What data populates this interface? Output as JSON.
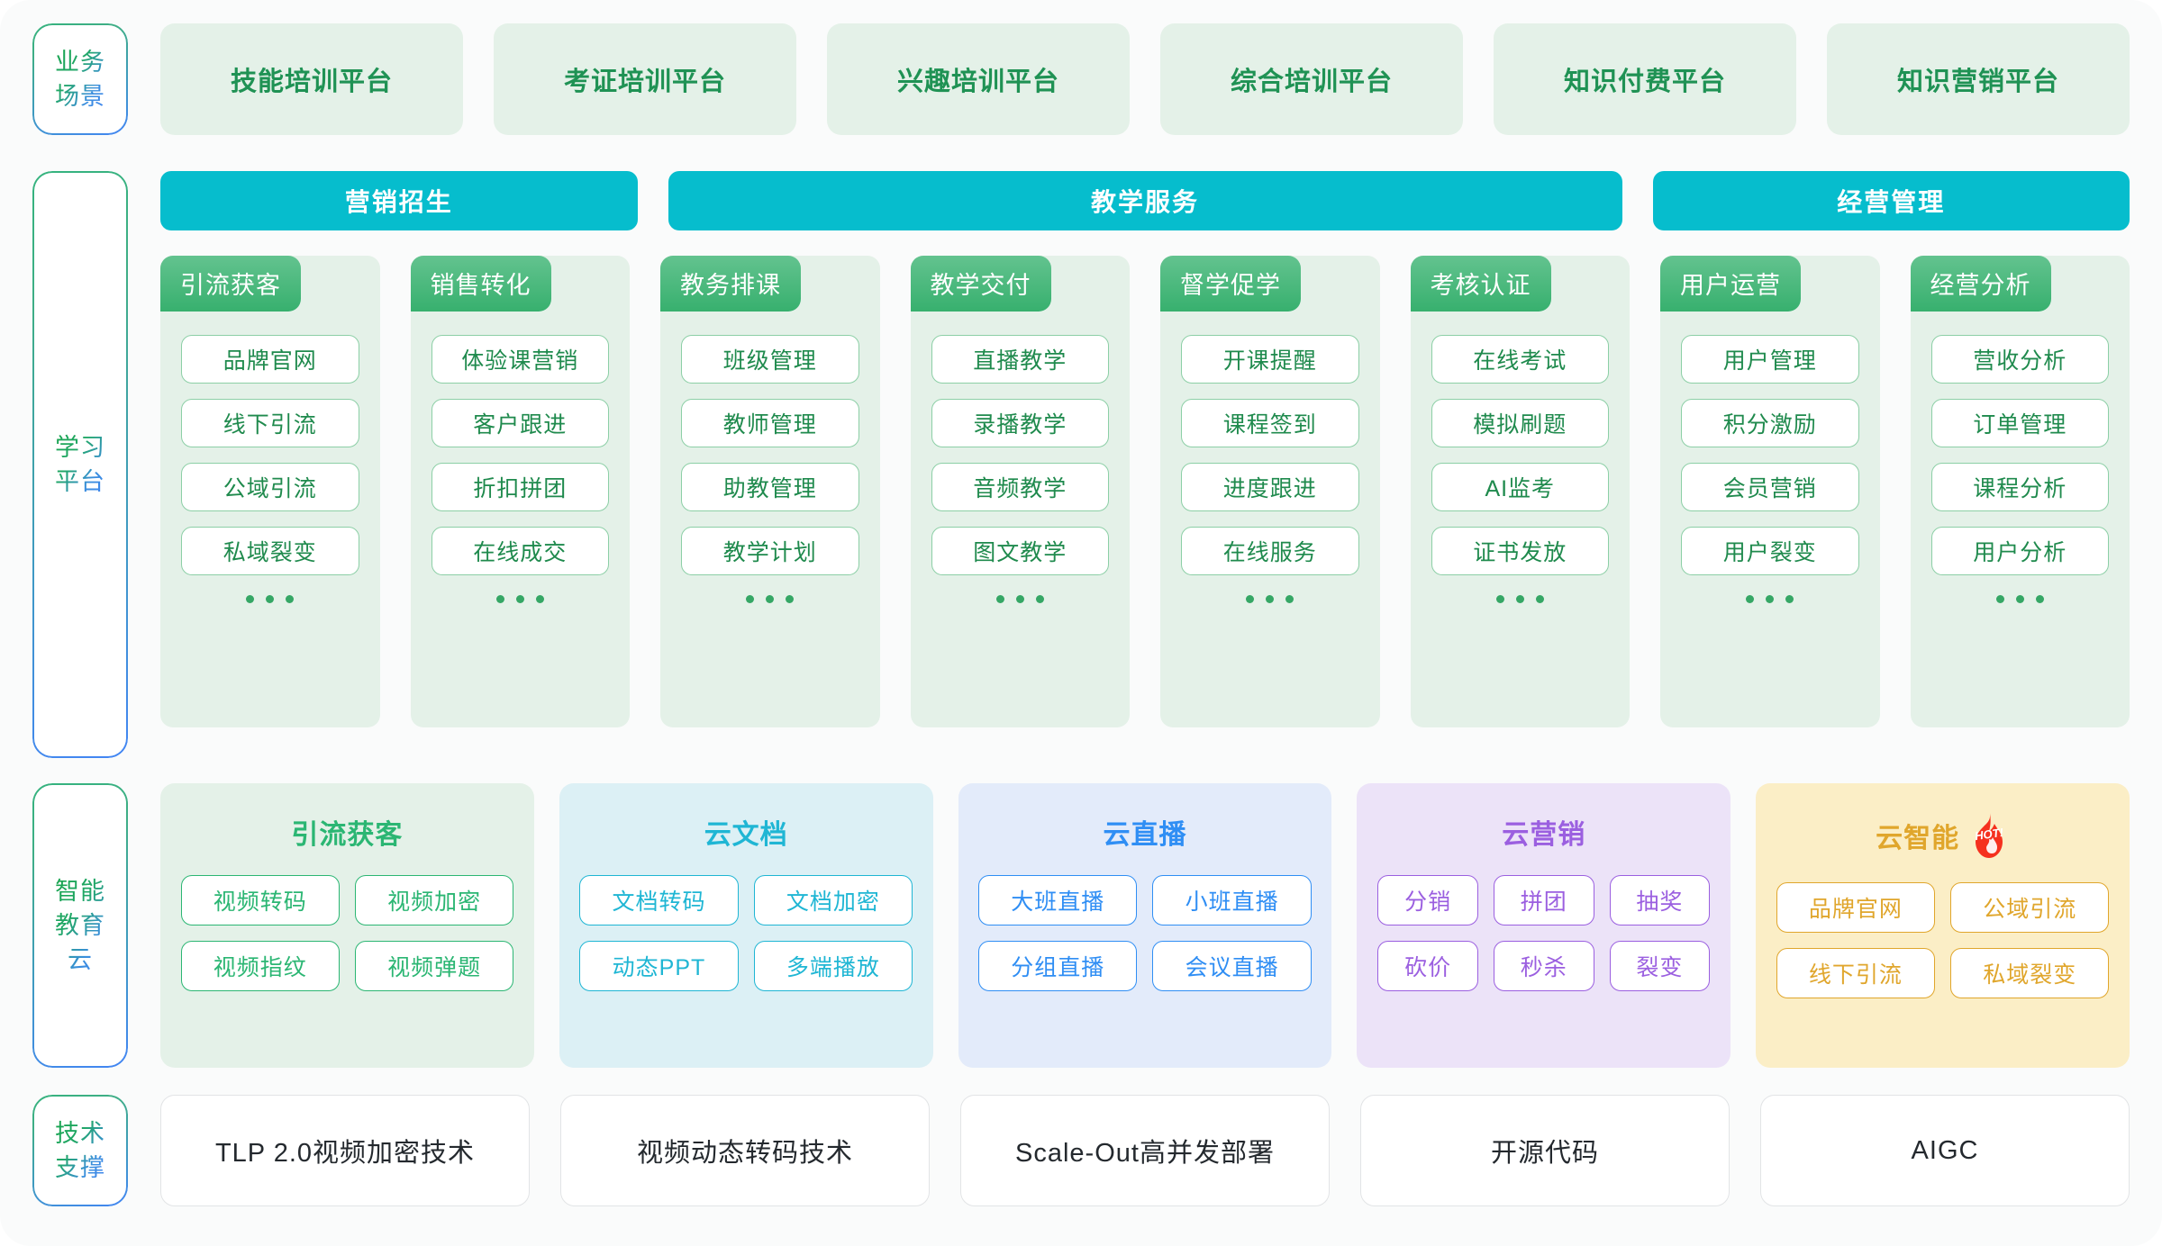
{
  "colors": {
    "page_bg": "#fafbfb",
    "teal_header": "#06bdcd",
    "green_badge": "#37b06e",
    "green_panel": "#e4f1e8",
    "green_text": "#1f8a4d",
    "gradient_start": "#35b37e",
    "gradient_end": "#4285f4"
  },
  "scenario": {
    "label": "业务\n场景",
    "items": [
      {
        "label": "技能培训平台"
      },
      {
        "label": "考证培训平台"
      },
      {
        "label": "兴趣培训平台"
      },
      {
        "label": "综合培训平台"
      },
      {
        "label": "知识付费平台"
      },
      {
        "label": "知识营销平台"
      }
    ]
  },
  "learning": {
    "label": "学习\n平台",
    "groups": [
      {
        "title": "营销招生",
        "span": 2
      },
      {
        "title": "教学服务",
        "span": 4
      },
      {
        "title": "经营管理",
        "span": 2
      }
    ],
    "ellipsis": "• • •",
    "columns": [
      {
        "title": "引流获客",
        "items": [
          "品牌官网",
          "线下引流",
          "公域引流",
          "私域裂变"
        ]
      },
      {
        "title": "销售转化",
        "items": [
          "体验课营销",
          "客户跟进",
          "折扣拼团",
          "在线成交"
        ]
      },
      {
        "title": "教务排课",
        "items": [
          "班级管理",
          "教师管理",
          "助教管理",
          "教学计划"
        ]
      },
      {
        "title": "教学交付",
        "items": [
          "直播教学",
          "录播教学",
          "音频教学",
          "图文教学"
        ]
      },
      {
        "title": "督学促学",
        "items": [
          "开课提醒",
          "课程签到",
          "进度跟进",
          "在线服务"
        ]
      },
      {
        "title": "考核认证",
        "items": [
          "在线考试",
          "模拟刷题",
          "AI监考",
          "证书发放"
        ]
      },
      {
        "title": "用户运营",
        "items": [
          "用户管理",
          "积分激励",
          "会员营销",
          "用户裂变"
        ]
      },
      {
        "title": "经营分析",
        "items": [
          "营收分析",
          "订单管理",
          "课程分析",
          "用户分析"
        ]
      }
    ]
  },
  "cloud": {
    "label": "智能\n教育\n云",
    "columns": [
      {
        "title": "引流获客",
        "accent": "#2bb673",
        "panel_bg": "#e4f1e8",
        "cols": 2,
        "hot": false,
        "tags": [
          "视频转码",
          "视频加密",
          "视频指纹",
          "视频弹题"
        ]
      },
      {
        "title": "云文档",
        "accent": "#1fb6d4",
        "panel_bg": "#dcf0f5",
        "cols": 2,
        "hot": false,
        "tags": [
          "文档转码",
          "文档加密",
          "动态PPT",
          "多端播放"
        ]
      },
      {
        "title": "云直播",
        "accent": "#2f8ef4",
        "panel_bg": "#e3ebfa",
        "cols": 2,
        "hot": false,
        "tags": [
          "大班直播",
          "小班直播",
          "分组直播",
          "会议直播"
        ]
      },
      {
        "title": "云营销",
        "accent": "#9b5fe0",
        "panel_bg": "#ece3f8",
        "cols": 3,
        "hot": false,
        "tags": [
          "分销",
          "拼团",
          "抽奖",
          "砍价",
          "秒杀",
          "裂变"
        ]
      },
      {
        "title": "云智能",
        "accent": "#e0a62c",
        "panel_bg": "#fbeec6",
        "cols": 2,
        "hot": true,
        "hot_label": "HOT!",
        "tags": [
          "品牌官网",
          "公域引流",
          "线下引流",
          "私域裂变"
        ]
      }
    ]
  },
  "tech": {
    "label": "技术\n支撑",
    "items": [
      {
        "label": "TLP 2.0视频加密技术"
      },
      {
        "label": "视频动态转码技术"
      },
      {
        "label": "Scale-Out高并发部署"
      },
      {
        "label": "开源代码"
      },
      {
        "label": "AIGC"
      }
    ]
  }
}
